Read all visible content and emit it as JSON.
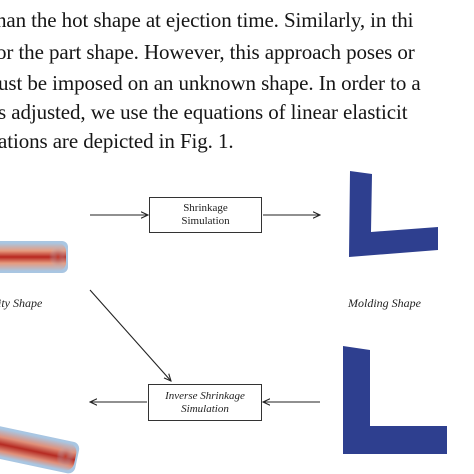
{
  "paragraph": {
    "lines": [
      "han the hot shape at ejection time. Similarly, in thi",
      "or the part shape. However, this approach poses or",
      "ust be imposed on an unknown shape. In order to a",
      "s adjusted, we use the equations of linear elasticit",
      "ations are depicted in Fig. 1."
    ]
  },
  "diagram": {
    "shrinkage_box": {
      "line1": "Shrinkage",
      "line2": "Simulation"
    },
    "inverse_box": {
      "line1": "Inverse Shrinkage",
      "line2": "Simulation"
    },
    "cavity_label": "ity Shape",
    "molding_label": "Molding Shape"
  },
  "colors": {
    "part_blue": "#2d3e8f",
    "heat_red": "#c0392b",
    "heat_blue": "#8ab6d6",
    "text": "#151515",
    "arrow": "#222222"
  }
}
